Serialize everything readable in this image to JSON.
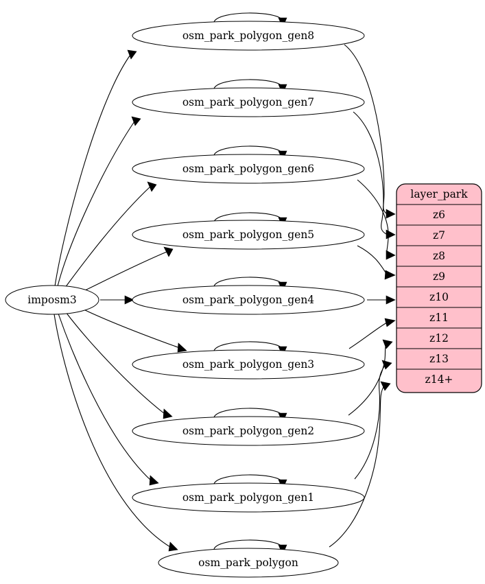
{
  "diagram": {
    "type": "dependency-graph",
    "background_color": "#ffffff",
    "source_node": {
      "id": "imposm3",
      "label": "imposm3",
      "shape": "ellipse",
      "fill": "#ffffff"
    },
    "table_node": {
      "id": "layer_park",
      "header": "layer_park",
      "fill": "#ffc0cb",
      "border_color": "#000000",
      "rows": [
        {
          "label": "z6"
        },
        {
          "label": "z7"
        },
        {
          "label": "z8"
        },
        {
          "label": "z9"
        },
        {
          "label": "z10"
        },
        {
          "label": "z11"
        },
        {
          "label": "z12"
        },
        {
          "label": "z13"
        },
        {
          "label": "z14+"
        }
      ]
    },
    "table_nodes": [
      {
        "id": "gen8",
        "label": "osm_park_polygon_gen8",
        "target_row": "z6"
      },
      {
        "id": "gen7",
        "label": "osm_park_polygon_gen7",
        "target_row": "z7"
      },
      {
        "id": "gen6",
        "label": "osm_park_polygon_gen6",
        "target_row": "z8"
      },
      {
        "id": "gen5",
        "label": "osm_park_polygon_gen5",
        "target_row": "z9"
      },
      {
        "id": "gen4",
        "label": "osm_park_polygon_gen4",
        "target_row": "z10"
      },
      {
        "id": "gen3",
        "label": "osm_park_polygon_gen3",
        "target_row": "z11"
      },
      {
        "id": "gen2",
        "label": "osm_park_polygon_gen2",
        "target_row": "z12"
      },
      {
        "id": "gen1",
        "label": "osm_park_polygon_gen1",
        "target_row": "z13"
      },
      {
        "id": "base",
        "label": "osm_park_polygon",
        "target_row": "z14+"
      }
    ]
  }
}
